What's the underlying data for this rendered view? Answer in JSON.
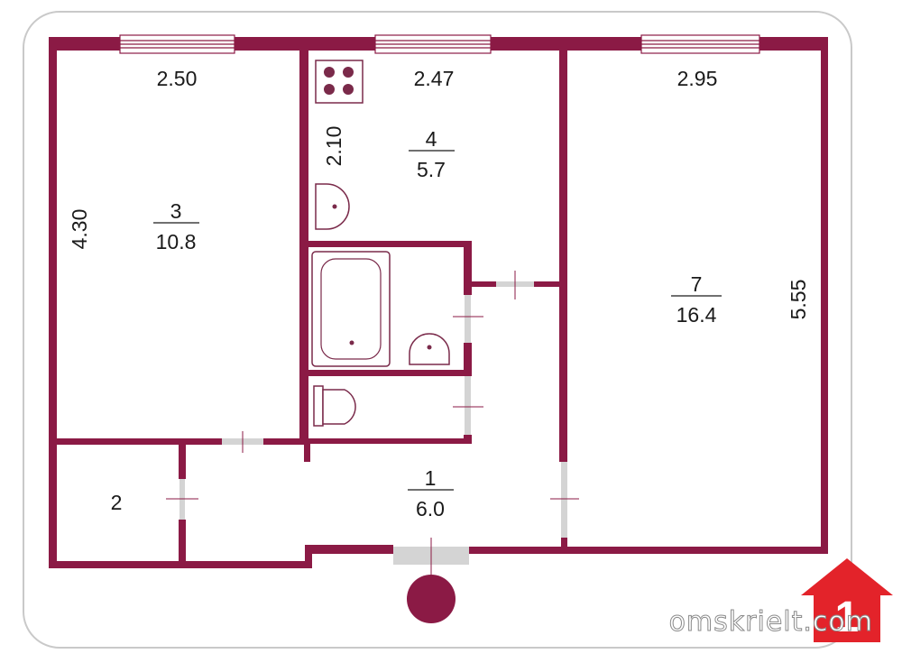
{
  "colors": {
    "wall": "#8b1a45",
    "fixture": "#7a2a4a",
    "door_gap": "#d4d4d4",
    "outline": "#c9c9c9",
    "logo": "#e3232a"
  },
  "rooms": [
    {
      "number": "3",
      "area": "10.8"
    },
    {
      "number": "4",
      "area": "5.7"
    },
    {
      "number": "7",
      "area": "16.4"
    },
    {
      "number": "1",
      "area": "6.0"
    },
    {
      "number": "2",
      "area": ""
    }
  ],
  "dimensions": {
    "room3_width": "2.50",
    "room4_width": "2.47",
    "room7_width": "2.95",
    "room3_depth": "4.30",
    "room4_depth": "2.10",
    "room7_depth": "5.55"
  },
  "watermark": {
    "logo_digit": "1",
    "text": "omskrielt.com"
  }
}
